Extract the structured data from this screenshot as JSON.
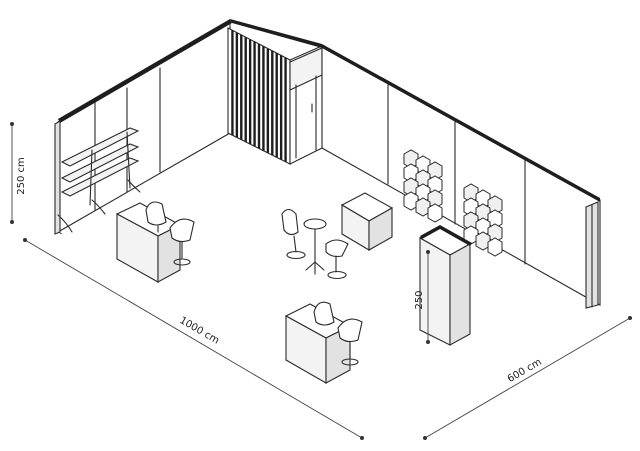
{
  "dimensions": {
    "wall_height_label": "250 cm",
    "length_label": "1000 cm",
    "width_label": "600 cm",
    "column_height_label": "250"
  }
}
